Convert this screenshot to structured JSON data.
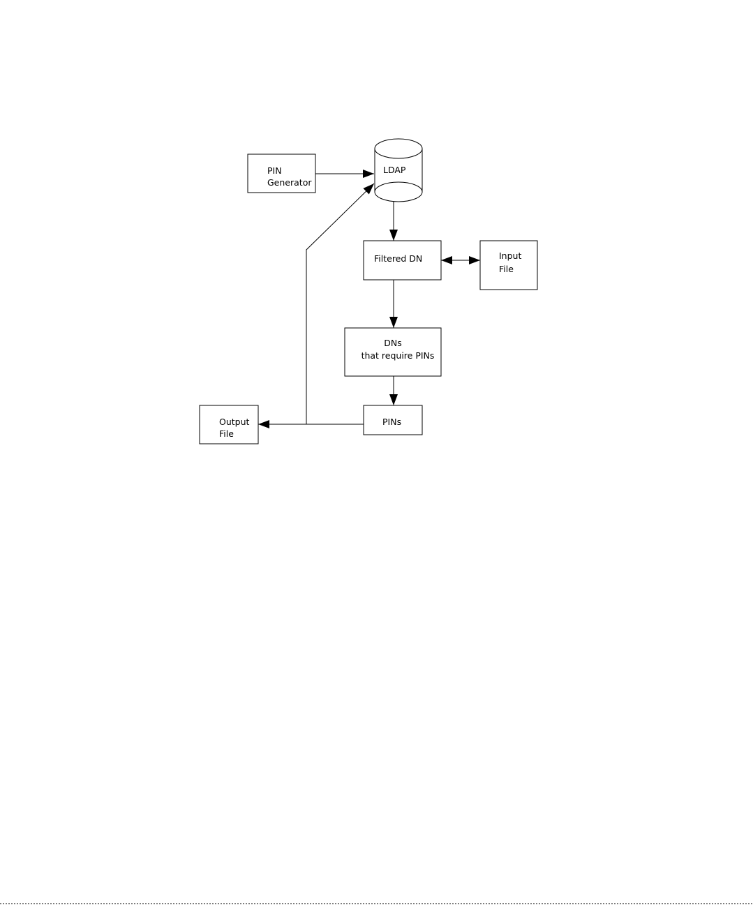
{
  "diagram": {
    "nodes": {
      "ldap": {
        "label": "LDAP"
      },
      "pin_generator": {
        "lines": [
          "PIN",
          "Generator"
        ]
      },
      "filtered_dn": {
        "label": "Filtered DN"
      },
      "input_file": {
        "lines": [
          "Input",
          "File"
        ]
      },
      "dns_require_pins": {
        "lines": [
          "DNs",
          "that require PINs"
        ]
      },
      "pins": {
        "label": "PINs"
      },
      "output_file": {
        "lines": [
          "Output",
          "File"
        ]
      }
    },
    "edges": [
      {
        "from": "pin_generator",
        "to": "ldap"
      },
      {
        "from": "ldap",
        "to": "filtered_dn"
      },
      {
        "from": "filtered_dn",
        "to": "input_file",
        "bidirectional": true
      },
      {
        "from": "filtered_dn",
        "to": "dns_require_pins"
      },
      {
        "from": "dns_require_pins",
        "to": "pins"
      },
      {
        "from": "pins",
        "to": "output_file"
      },
      {
        "from": "pins",
        "to": "ldap"
      }
    ]
  },
  "colors": {
    "stroke": "#000000",
    "background": "#ffffff"
  }
}
